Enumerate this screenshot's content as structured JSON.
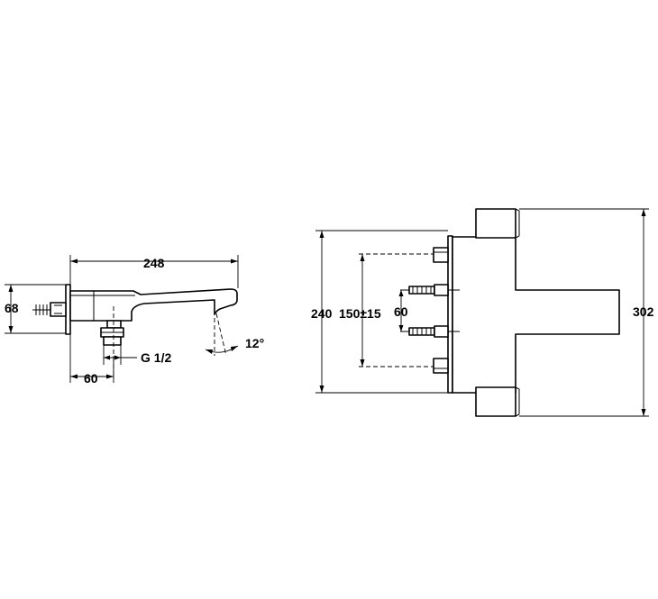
{
  "side_view": {
    "dim_width": "248",
    "dim_height": "68",
    "dim_offset": "60",
    "thread": "G 1/2",
    "angle": "12°"
  },
  "front_view": {
    "dim_height_total": "240",
    "dim_spacing": "150±15",
    "dim_inner": "60",
    "dim_height_overall": "302"
  }
}
